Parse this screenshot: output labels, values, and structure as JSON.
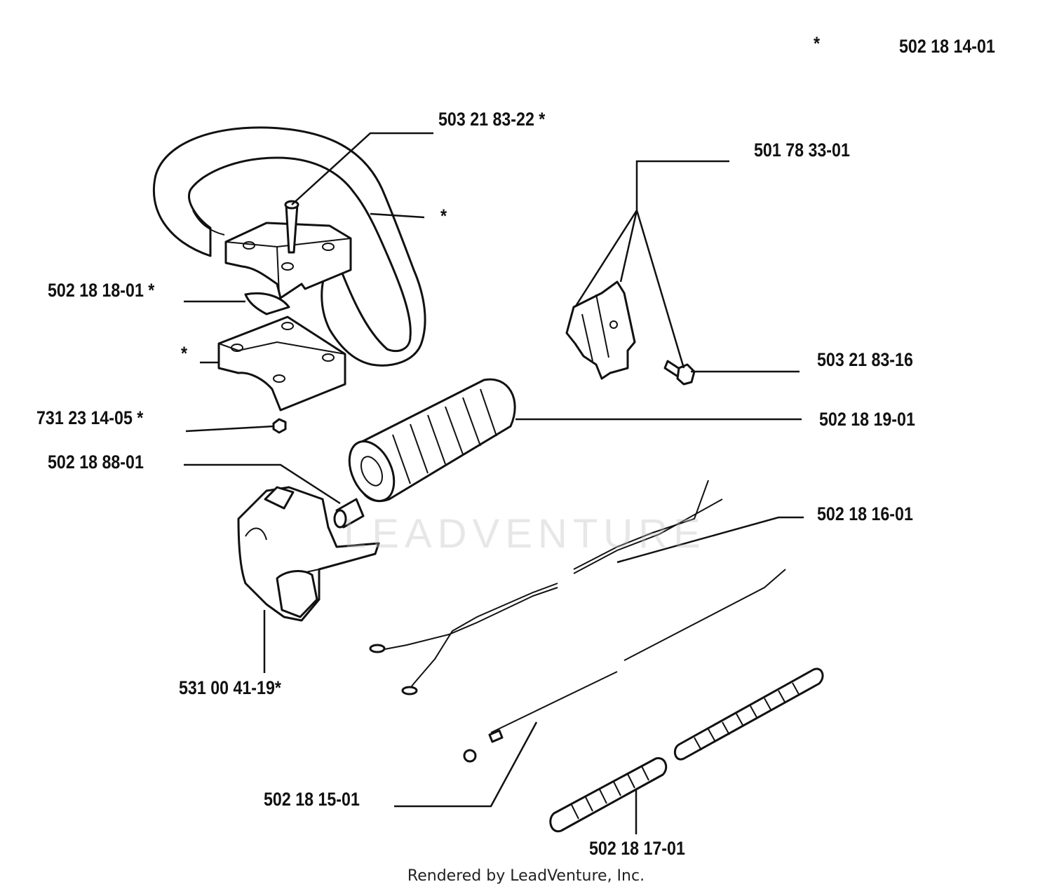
{
  "header": {
    "star": "*",
    "assembly_number": "502 18 14-01"
  },
  "labels": {
    "bolt_long": "503 21 83-22 *",
    "bracket_kit": "501 78 33-01",
    "handle_star": "*",
    "clamp_top": "502 18 18-01  *",
    "clamp_bottom_star": "*",
    "screw": "503 21 83-16",
    "nut": "731 23 14-05  *",
    "grip": "502 18 19-01",
    "spacer": "502 18 88-01",
    "wire_harness": "502 18 16-01",
    "throttle_housing": "531 00 41-19*",
    "throttle_cable": "502 18 15-01",
    "cable_sleeve": "502 18 17-01"
  },
  "watermark": "LEADVENTURE",
  "footer": "Rendered by LeadVenture, Inc."
}
